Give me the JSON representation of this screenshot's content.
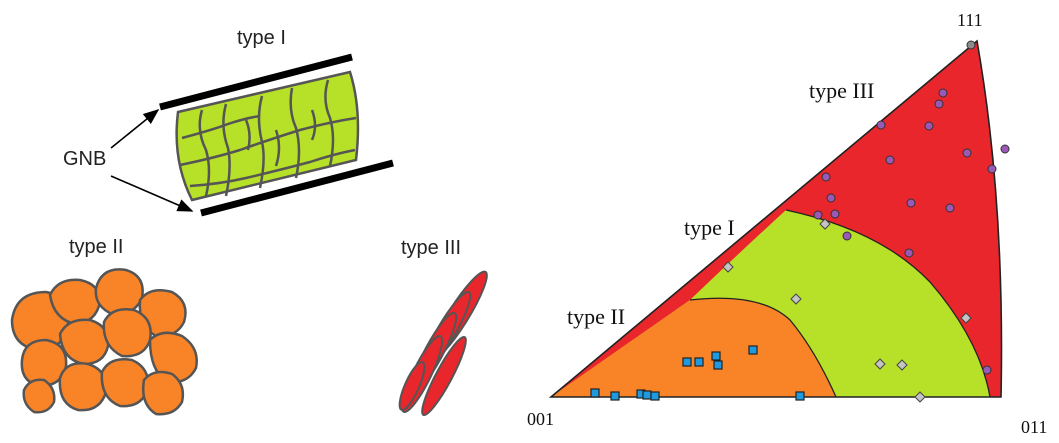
{
  "colors": {
    "type_i": "#b7e028",
    "type_ii": "#f98428",
    "type_iii": "#e9262b",
    "grain_edge": "#555555",
    "boundary_bar": "#000000",
    "marker_square": "#1e9be0",
    "marker_diamond": "#c4c4c4",
    "marker_circle": "#9b59b6",
    "marker_circle_apex": "#8c8c8c"
  },
  "left_panel": {
    "type_i_label": "type I",
    "gnb_label": "GNB",
    "type_ii_label": "type II",
    "type_iii_label": "type III"
  },
  "triangle": {
    "pole_001": "001",
    "pole_011": "011",
    "pole_111": "111",
    "region_i_label": "type I",
    "region_ii_label": "type II",
    "region_iii_label": "type III",
    "markers": {
      "square_icon": "square-marker",
      "diamond_icon": "diamond-marker",
      "circle_icon": "circle-marker"
    }
  }
}
